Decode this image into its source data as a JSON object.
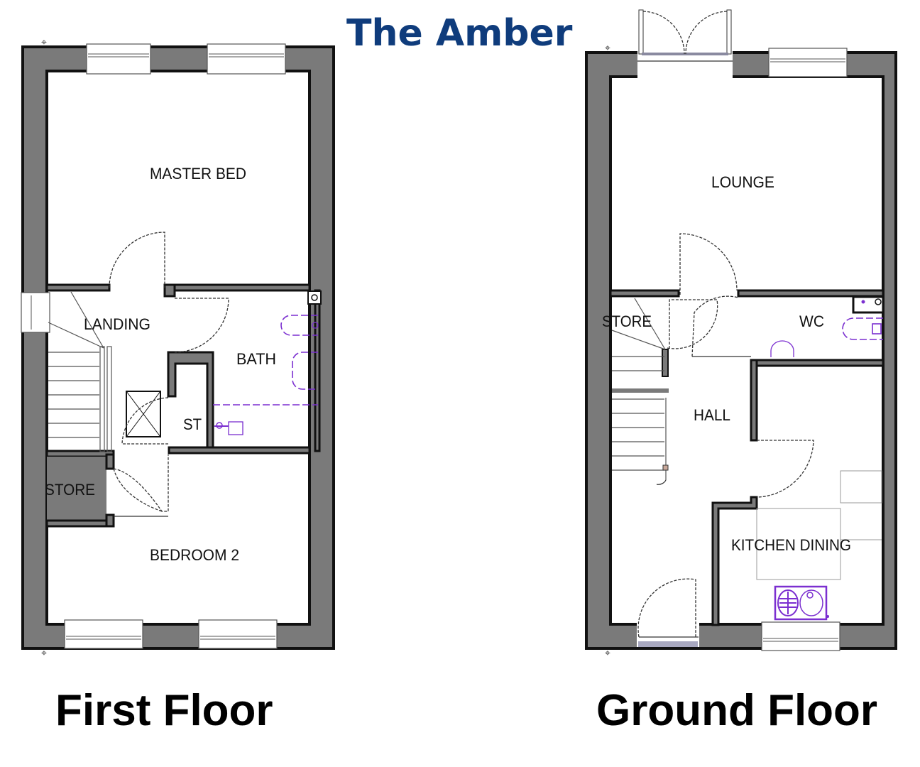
{
  "title": "The Amber",
  "colors": {
    "title": "#0f3c7c",
    "wall_fill": "#7a7a7a",
    "wall_outline": "#111111",
    "fixtures": "#7b2fd0"
  },
  "first_floor": {
    "label": "First Floor",
    "rooms": {
      "master_bed": "MASTER BED",
      "landing": "LANDING",
      "bath": "BATH",
      "st": "ST",
      "store": "STORE",
      "bedroom_2": "BEDROOM 2"
    }
  },
  "ground_floor": {
    "label": "Ground Floor",
    "rooms": {
      "lounge": "LOUNGE",
      "store": "STORE",
      "wc": "WC",
      "hall": "HALL",
      "kitchen_dining": "KITCHEN DINING"
    }
  }
}
